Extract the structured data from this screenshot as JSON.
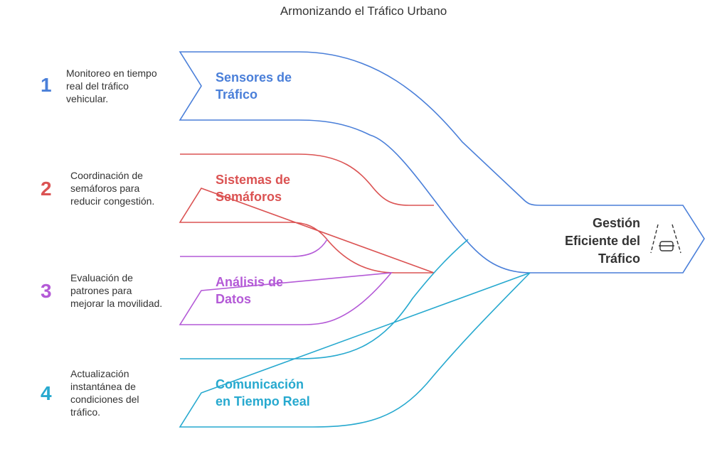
{
  "title": "Armonizando el Tráfico Urbano",
  "colors": {
    "blue": "#4a7fd9",
    "red": "#db5353",
    "purple": "#b45ad7",
    "cyan": "#27a9cf",
    "target_stroke": "#4a7fd9",
    "text": "#333333"
  },
  "items": [
    {
      "number": "1",
      "label": "Sensores de\nTráfico",
      "description": "Monitoreo en tiempo\nreal del tráfico\nvehicular.",
      "color": "#4a7fd9"
    },
    {
      "number": "2",
      "label": "Sistemas de\nSemáforos",
      "description": "Coordinación de\nsemáforos para\nreducir congestión.",
      "color": "#db5353"
    },
    {
      "number": "3",
      "label": "Análisis de\nDatos",
      "description": "Evaluación de\npatrones para\nmejorar la movilidad.",
      "color": "#b45ad7"
    },
    {
      "number": "4",
      "label": "Comunicación\nen Tiempo Real",
      "description": "Actualización\ninstantánea de\ncondiciones del\ntráfico.",
      "color": "#27a9cf"
    }
  ],
  "target": {
    "label": "Gestión\nEficiente del\nTráfico",
    "icon": "road-car-icon"
  }
}
